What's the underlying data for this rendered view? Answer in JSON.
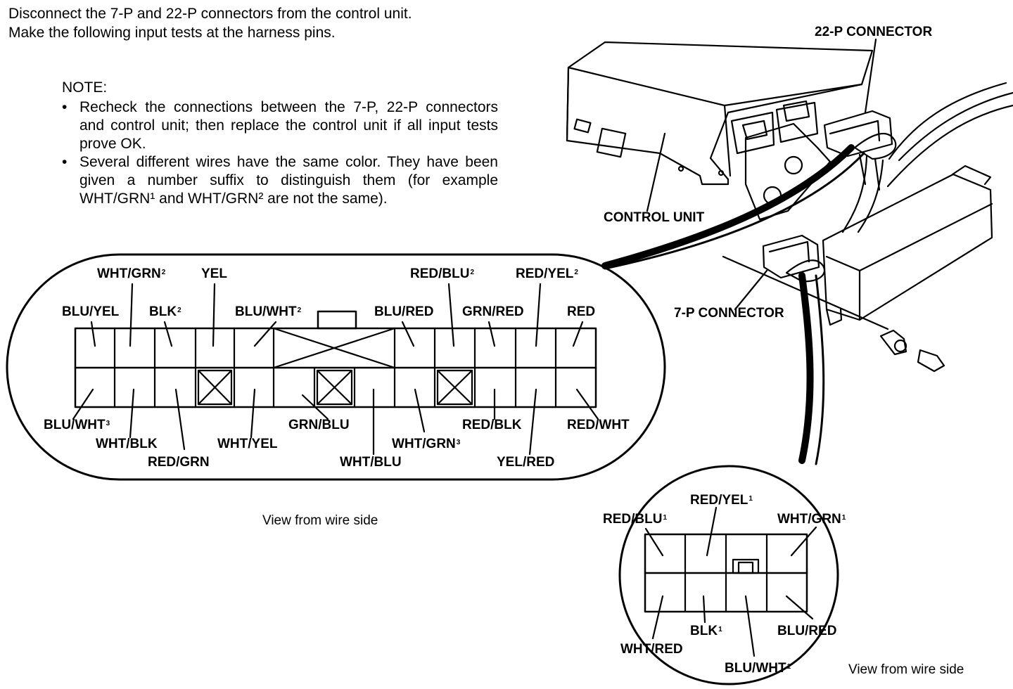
{
  "intro": {
    "line1": "Disconnect the 7-P and 22-P connectors from the control unit.",
    "line2": "Make the following input tests at the harness pins."
  },
  "note": {
    "heading": "NOTE:",
    "bullets": [
      "Recheck the connections between the 7-P, 22-P connectors and control unit; then replace the control unit if all input tests prove OK.",
      "Several different wires have the same color. They have been given a number suffix to distinguish them (for example WHT/GRN¹ and WHT/GRN² are not the same)."
    ]
  },
  "callouts": {
    "p22_connector": "22-P CONNECTOR",
    "control_unit": "CONTROL UNIT",
    "p7_connector": "7-P CONNECTOR"
  },
  "connector22": {
    "top_labels": {
      "wht_grn2": {
        "text": "WHT/GRN",
        "sup": "2"
      },
      "yel": {
        "text": "YEL",
        "sup": ""
      },
      "red_blu2": {
        "text": "RED/BLU",
        "sup": "2"
      },
      "red_yel2": {
        "text": "RED/YEL",
        "sup": "2"
      },
      "blu_yel": {
        "text": "BLU/YEL",
        "sup": ""
      },
      "blk2": {
        "text": "BLK",
        "sup": "2"
      },
      "blu_wht2": {
        "text": "BLU/WHT",
        "sup": "2"
      },
      "blu_red": {
        "text": "BLU/RED",
        "sup": ""
      },
      "grn_red": {
        "text": "GRN/RED",
        "sup": ""
      },
      "red": {
        "text": "RED",
        "sup": ""
      }
    },
    "bottom_labels": {
      "blu_wht3": {
        "text": "BLU/WHT",
        "sup": "3"
      },
      "wht_blk": {
        "text": "WHT/BLK",
        "sup": ""
      },
      "red_grn": {
        "text": "RED/GRN",
        "sup": ""
      },
      "wht_yel": {
        "text": "WHT/YEL",
        "sup": ""
      },
      "grn_blu": {
        "text": "GRN/BLU",
        "sup": ""
      },
      "wht_blu": {
        "text": "WHT/BLU",
        "sup": ""
      },
      "wht_grn3": {
        "text": "WHT/GRN",
        "sup": "3"
      },
      "red_blk": {
        "text": "RED/BLK",
        "sup": ""
      },
      "yel_red": {
        "text": "YEL/RED",
        "sup": ""
      },
      "red_wht": {
        "text": "RED/WHT",
        "sup": ""
      }
    },
    "caption": "View from wire side"
  },
  "connector7": {
    "labels": {
      "red_yel1": {
        "text": "RED/YEL",
        "sup": "1"
      },
      "red_blu1": {
        "text": "RED/BLU",
        "sup": "1"
      },
      "wht_grn1": {
        "text": "WHT/GRN",
        "sup": "1"
      },
      "blk1": {
        "text": "BLK",
        "sup": "1"
      },
      "blu_red": {
        "text": "BLU/RED",
        "sup": ""
      },
      "wht_red": {
        "text": "WHT/RED",
        "sup": ""
      },
      "blu_wht1": {
        "text": "BLU/WHT",
        "sup": "1"
      }
    },
    "caption": "View from wire side"
  }
}
